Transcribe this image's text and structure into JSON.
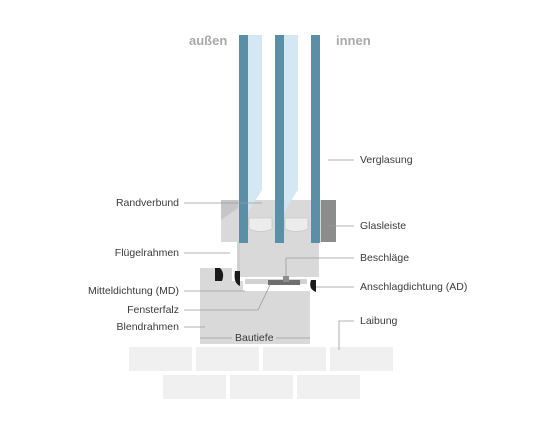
{
  "sides": {
    "outside": "außen",
    "inside": "innen"
  },
  "labels": {
    "verglasung": "Verglasung",
    "randverbund": "Randverbund",
    "glasleiste": "Glasleiste",
    "fluegelrahmen": "Flügelrahmen",
    "beschlaege": "Beschläge",
    "mitteldichtung": "Mitteldichtung (MD)",
    "anschlagdichtung": "Anschlagdichtung (AD)",
    "fensterfalz": "Fensterfalz",
    "laibung": "Laibung",
    "blendrahmen": "Blendrahmen",
    "bautiefe": "Bautiefe"
  },
  "colors": {
    "glass": "#5a8fa8",
    "glass_highlight": "#cfe6f2",
    "frame": "#d9d9d9",
    "frame_dark": "#8c8c8c",
    "wall": "#f0f0f0",
    "seal": "#1a1a1a",
    "leader": "#9a9a9a",
    "text": "#3a3a3a",
    "side_text": "#a9a9a9"
  }
}
